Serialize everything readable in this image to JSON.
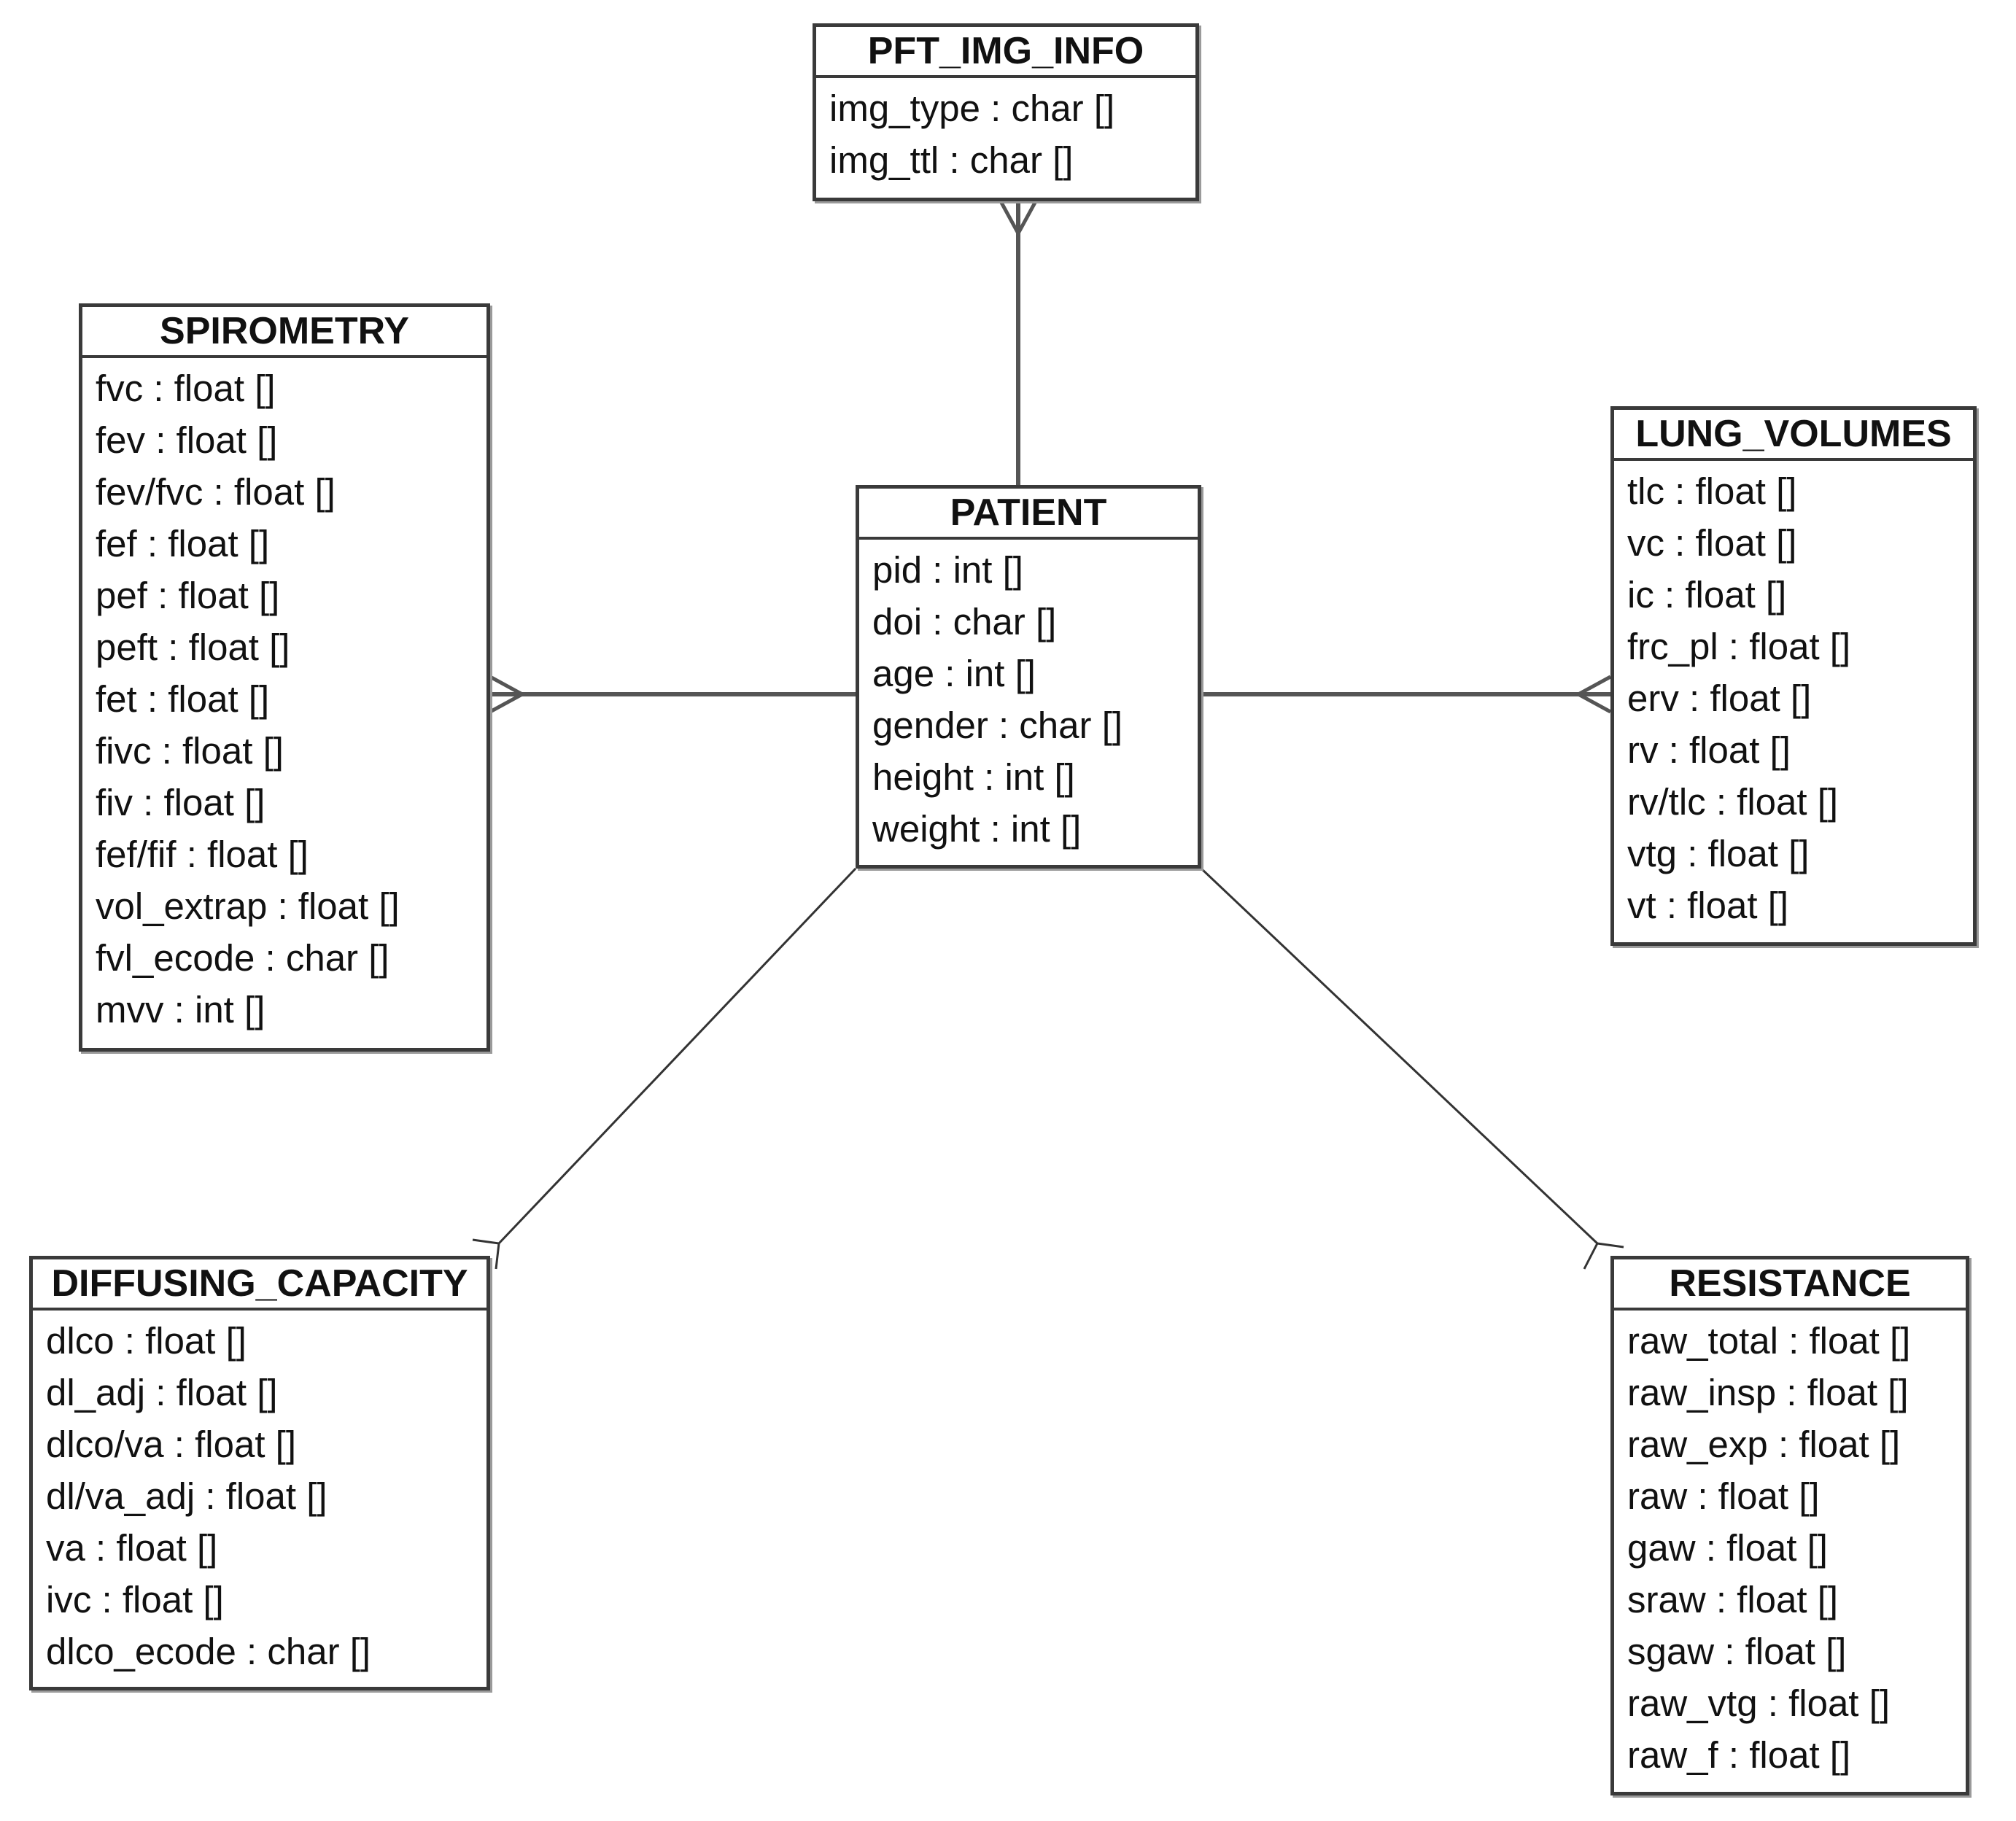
{
  "entities": {
    "pft_img_info": {
      "name": "PFT_IMG_INFO",
      "attributes": [
        "img_type : char []",
        "img_ttl : char []"
      ]
    },
    "spirometry": {
      "name": "SPIROMETRY",
      "attributes": [
        "fvc : float []",
        "fev : float []",
        "fev/fvc : float []",
        "fef : float []",
        "pef : float []",
        "peft : float []",
        "fet : float []",
        "fivc : float []",
        "fiv : float []",
        "fef/fif : float []",
        "vol_extrap : float []",
        "fvl_ecode : char []",
        "mvv : int []"
      ]
    },
    "patient": {
      "name": "PATIENT",
      "attributes": [
        "pid : int []",
        "doi : char []",
        "age : int []",
        "gender : char []",
        "height : int []",
        "weight : int []"
      ]
    },
    "lung_volumes": {
      "name": "LUNG_VOLUMES",
      "attributes": [
        "tlc : float []",
        "vc : float []",
        "ic : float []",
        "frc_pl : float []",
        "erv : float []",
        "rv : float []",
        "rv/tlc : float []",
        "vtg : float []",
        "vt : float []"
      ]
    },
    "diffusing_capacity": {
      "name": "DIFFUSING_CAPACITY",
      "attributes": [
        "dlco : float []",
        "dl_adj : float []",
        "dlco/va : float []",
        "dl/va_adj : float []",
        "va : float []",
        "ivc : float []",
        "dlco_ecode : char []"
      ]
    },
    "resistance": {
      "name": "RESISTANCE",
      "attributes": [
        "raw_total : float []",
        "raw_insp : float []",
        "raw_exp : float []",
        "raw : float []",
        "gaw : float []",
        "sraw : float []",
        "sgaw : float []",
        "raw_vtg : float []",
        "raw_f : float []"
      ]
    }
  },
  "relationships": [
    {
      "from": "PATIENT",
      "to": "PFT_IMG_INFO",
      "cardinality": "one-to-many"
    },
    {
      "from": "PATIENT",
      "to": "SPIROMETRY",
      "cardinality": "one-to-many"
    },
    {
      "from": "PATIENT",
      "to": "LUNG_VOLUMES",
      "cardinality": "one-to-many"
    },
    {
      "from": "PATIENT",
      "to": "DIFFUSING_CAPACITY",
      "cardinality": "one-to-many"
    },
    {
      "from": "PATIENT",
      "to": "RESISTANCE",
      "cardinality": "one-to-many"
    }
  ]
}
